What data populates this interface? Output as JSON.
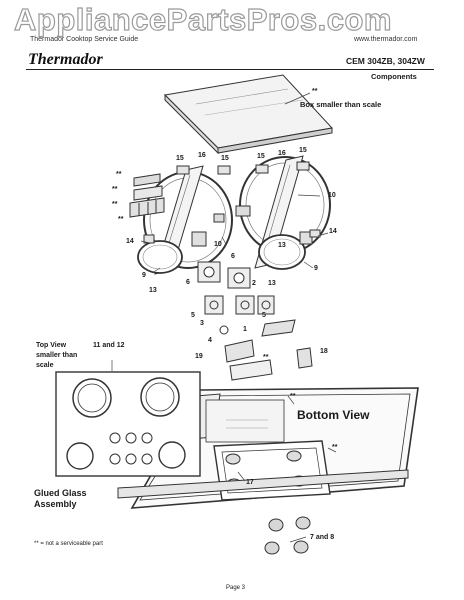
{
  "watermark": "AppliancePartsPros.com",
  "header": {
    "left_text": "Thermador Cooktop Service Guide",
    "right_text": "www.thermador.com",
    "brand": "Thermador",
    "model": "CEM 304ZB, 304ZW",
    "section": "Components"
  },
  "callouts": {
    "box_note": "Box smaller than scale",
    "top_view_line1": "Top View",
    "top_view_line2": "smaller than",
    "top_view_line3": "scale",
    "top_view_parts": "11 and 12",
    "bottom_view": "Bottom View",
    "glued_glass_line1": "Glued Glass",
    "glued_glass_line2": "Assembly",
    "parts_7_8": "7 and 8"
  },
  "part_labels": [
    "**",
    "**",
    "**",
    "**",
    "**",
    "**",
    "**",
    "1",
    "2",
    "3",
    "4",
    "5",
    "5",
    "6",
    "6",
    "9",
    "9",
    "10",
    "10",
    "13",
    "13",
    "13",
    "14",
    "14",
    "15",
    "15",
    "15",
    "15",
    "16",
    "16",
    "17",
    "18",
    "19"
  ],
  "footnote": "** = not a serviceable part",
  "page_label": "Page 3"
}
